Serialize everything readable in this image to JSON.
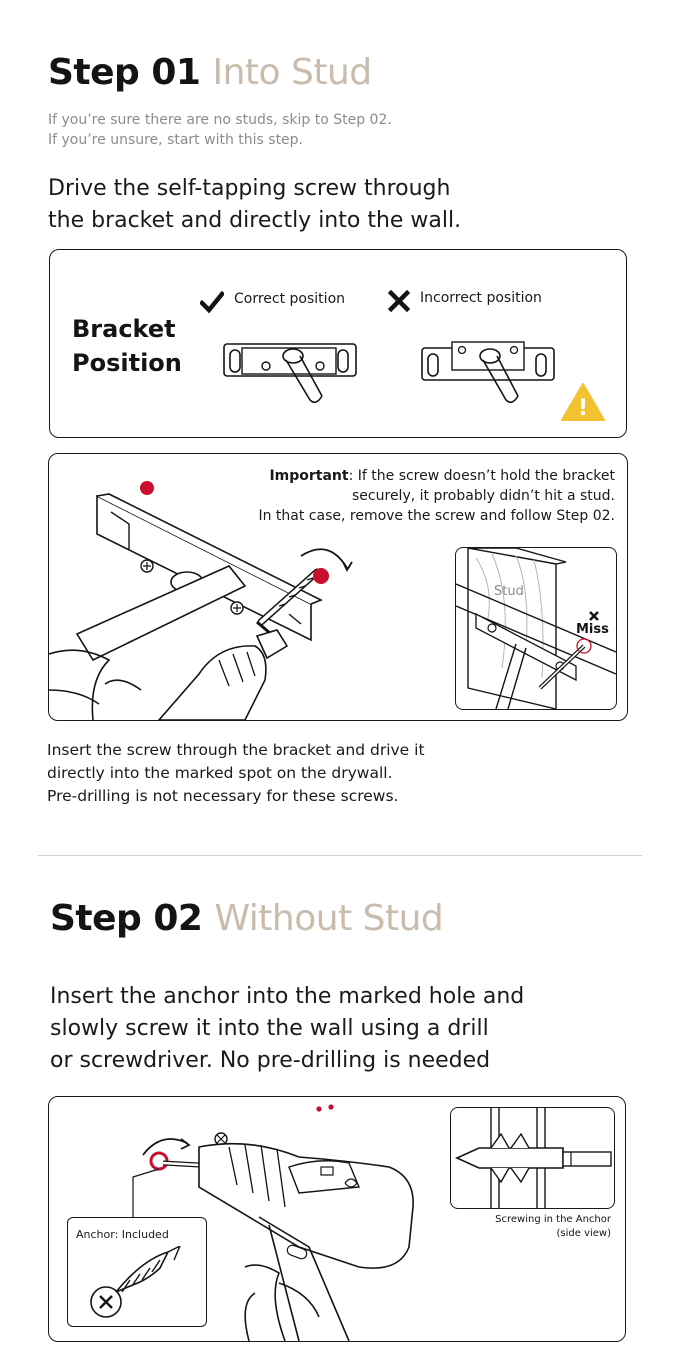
{
  "step1": {
    "number": "Step 01",
    "title": "Into Stud",
    "note_line1": "If you’re sure there are no studs, skip to Step 02.",
    "note_line2": "If you’re unsure, start with this step.",
    "lead_line1": "Drive the self-tapping screw through",
    "lead_line2": "the bracket and directly into the wall.",
    "bracket_panel": {
      "heading_line1": "Bracket",
      "heading_line2": "Position",
      "correct_label": "Correct position",
      "incorrect_label": "Incorrect position",
      "warning_symbol": "!"
    },
    "important": {
      "label": "Important",
      "line1": ": If the screw doesn’t hold the bracket",
      "line2": "securely, it probably didn’t hit a stud.",
      "line3": "In that case, remove the screw and follow Step 02."
    },
    "inset": {
      "stud_label": "Stud",
      "miss_label": "Miss"
    },
    "body_line1": "Insert the screw through the bracket and drive it",
    "body_line2": "directly into the marked spot on the drywall.",
    "body_line3": "Pre-drilling is not necessary for these screws."
  },
  "step2": {
    "number": "Step 02",
    "title": "Without Stud",
    "lead_line1": "Insert the anchor into the marked hole and",
    "lead_line2": "slowly screw it into the wall using a drill",
    "lead_line3": "or screwdriver. No pre-drilling is needed",
    "anchor_label": "Anchor: Included",
    "side_caption_line1": "Screwing in the Anchor",
    "side_caption_line2": "(side view)"
  },
  "colors": {
    "text": "#141414",
    "muted_title": "#c9bcad",
    "note_gray": "#8c8c8c",
    "accent_red": "#c8102e",
    "warning_yellow": "#f2c230"
  },
  "icons": [
    "check-icon",
    "x-icon",
    "warning-icon",
    "rotate-arrow-icon",
    "x-mark-icon"
  ]
}
